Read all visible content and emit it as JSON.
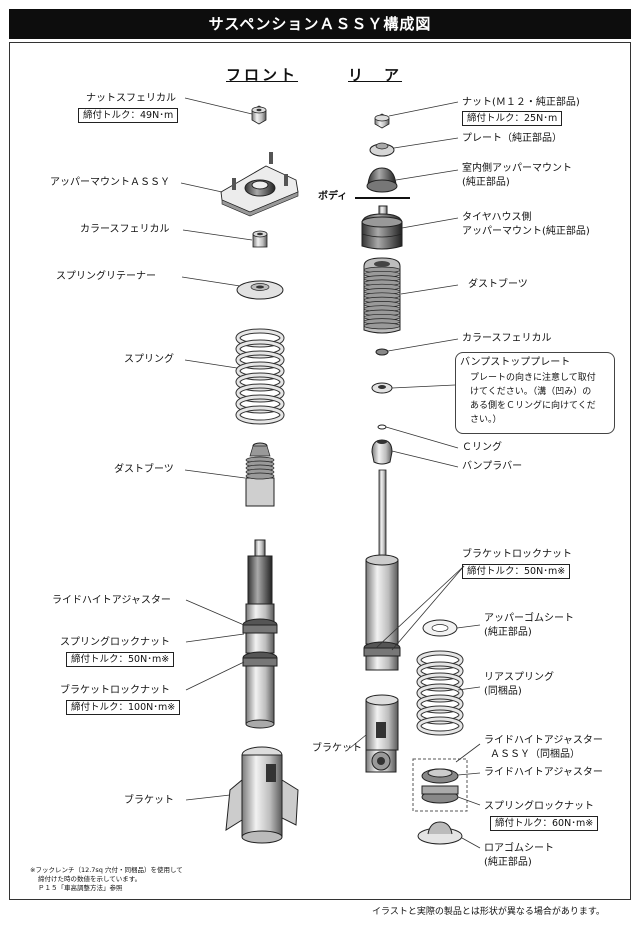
{
  "header": {
    "title": "サスペンションＡＳＳＹ構成図"
  },
  "columns": {
    "front": "フロント",
    "rear": "リ　ア"
  },
  "body_label": "ボディ",
  "front_labels": {
    "nut": "ナットスフェリカル",
    "nut_torque": "締付トルク：49N･m",
    "upper_mount": "アッパーマウントＡＳＳＹ",
    "collar": "カラースフェリカル",
    "retainer": "スプリングリテーナー",
    "spring": "スプリング",
    "dust_boot": "ダストブーツ",
    "ride_height": "ライドハイトアジャスター",
    "spring_locknut": "スプリングロックナット",
    "spring_locknut_torque": "締付トルク：50N･m※",
    "bracket_locknut": "ブラケットロックナット",
    "bracket_locknut_torque": "締付トルク：100N･m※",
    "bracket": "ブラケット"
  },
  "rear_labels": {
    "nut": "ナット(Ｍ１２・純正部品)",
    "nut_torque": "締付トルク：25N･m",
    "plate": "プレート（純正部品）",
    "cabin_mount_1": "室内側アッパーマウント",
    "cabin_mount_2": "(純正部品)",
    "tirehouse_mount_1": "タイヤハウス側",
    "tirehouse_mount_2": "アッパーマウント(純正部品)",
    "dust_boot": "ダストブーツ",
    "collar": "カラースフェリカル",
    "bump_plate_title": "バンプストッププレート",
    "bump_plate_note": [
      "プレートの向きに注意して取付",
      "けてください。（溝（凹み）の",
      "ある側をＣリングに向けてくだ",
      "さい。）"
    ],
    "c_ring": "Ｃリング",
    "bump_rubber": "バンプラバー",
    "bracket_locknut": "ブラケットロックナット",
    "bracket_locknut_torque": "締付トルク：50N･m※",
    "upper_rubber_1": "アッパーゴムシート",
    "upper_rubber_2": "(純正部品)",
    "rear_spring_1": "リアスプリング",
    "rear_spring_2": "(同梱品)",
    "bracket": "ブラケット",
    "rha_assy_1": "ライドハイトアジャスター",
    "rha_assy_2": "ＡＳＳＹ（同梱品）",
    "ride_height": "ライドハイトアジャスター",
    "spring_locknut": "スプリングロックナット",
    "spring_locknut_torque": "締付トルク：60N･m※",
    "lower_rubber_1": "ロアゴムシート",
    "lower_rubber_2": "(純正部品)"
  },
  "footnote": [
    "※フックレンチ（12.7sq 穴付・同梱品）を使用して",
    "締付けた時の数値を示しています。",
    "Ｐ１５「車高調整方法」参照"
  ],
  "disclaimer": "イラストと実際の製品とは形状が異なる場合があります。"
}
